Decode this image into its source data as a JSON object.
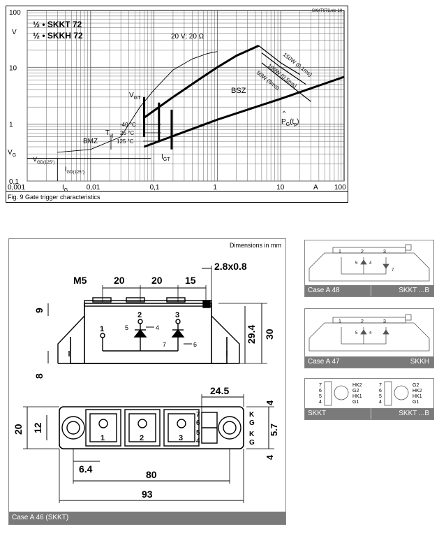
{
  "figure": {
    "source_file": "SKKT072.xls-10",
    "caption": "Fig. 9 Gate trigger characteristics",
    "y_axis_unit": "V",
    "y_symbol": "V",
    "y_symbol_sub": "G",
    "x_axis_unit": "A",
    "x_symbol": "I",
    "x_symbol_sub": "G",
    "y_ticks": [
      "100",
      "10",
      "1",
      "0,1"
    ],
    "x_ticks": [
      "0,001",
      "0,01",
      "0,1",
      "1",
      "10",
      "100"
    ],
    "legend_lines": [
      "½ • SKKT 72",
      "½ • SKKH 72"
    ],
    "annotations": {
      "source_curve": "20 V; 20 Ω",
      "bsz": "BSZ",
      "bmz": "BMZ",
      "vgt": "V",
      "vgt_sub": "GT",
      "igt": "I",
      "igt_sub": "GT",
      "tvj": "T",
      "tvj_sub": "vj",
      "temps": [
        "-40 °C",
        "25 °C",
        "125 °C"
      ],
      "vgd": "V",
      "vgd_sub": "GD(125°)",
      "igd": "I",
      "igd_sub": "GD(125°)",
      "pg": "P",
      "pg_sub": "G",
      "pg_arg": "(t",
      "pg_arg_sub": "p",
      "pg_close": ")",
      "power_lines": [
        "150W (0,1ms)",
        "100W (0,5ms)",
        "50W (8ms)"
      ]
    }
  },
  "dimensions_panel": {
    "title": "Dimensions in mm",
    "footer": "Case A 46 (SKKT)",
    "screw_label": "M5",
    "top_dims": [
      "20",
      "20",
      "15",
      "2.8x0.8"
    ],
    "side_dims": [
      "29.4",
      "30",
      "9",
      "8"
    ],
    "terminal_numbers_top": [
      "1",
      "2",
      "3"
    ],
    "gate_pins_side": [
      "5",
      "4",
      "7",
      "6"
    ],
    "plan_dims": [
      "24.5",
      "20",
      "12",
      "6.4",
      "80",
      "93",
      "4",
      "5.7",
      "4"
    ],
    "plan_terminals": [
      "1",
      "2",
      "3"
    ],
    "pin_numbers": [
      "7",
      "6",
      "5",
      "4"
    ],
    "pin_letters": [
      "K",
      "G",
      "K",
      "G"
    ]
  },
  "thumbnails": [
    {
      "left": "Case A 48",
      "right": "SKKT ...B",
      "nums": [
        "1",
        "2",
        "3"
      ],
      "pins": [
        "5",
        "4",
        "7"
      ]
    },
    {
      "left": "Case A 47",
      "right": "SKKH",
      "nums": [
        "1",
        "2",
        "3"
      ],
      "pins": [
        "5",
        "4"
      ]
    },
    {
      "left": "SKKT",
      "right": "SKKT ...B",
      "pins_a": [
        "7",
        "6",
        "5",
        "4"
      ],
      "labels_a": [
        "HK2",
        "G2",
        "HK1",
        "G1"
      ],
      "pins_b": [
        "7",
        "6",
        "5",
        "4"
      ],
      "labels_b": [
        "G2",
        "HK2",
        "HK1",
        "G1"
      ]
    }
  ],
  "chart_data": {
    "type": "line",
    "title": "Fig. 9 Gate trigger characteristics",
    "x_scale": "log",
    "y_scale": "log",
    "xlim": [
      0.001,
      100
    ],
    "ylim": [
      0.1,
      100
    ],
    "xlabel": "IG",
    "xunit": "A",
    "ylabel": "VG",
    "yunit": "V",
    "grid": true,
    "series": [
      {
        "name": "20 V; 20 Ω",
        "x": [
          0.003,
          0.01,
          0.03,
          0.06,
          0.1,
          0.2,
          0.4,
          0.7,
          1.0
        ],
        "y": [
          0.32,
          0.36,
          0.6,
          2.0,
          4.0,
          9.0,
          14.0,
          17.5,
          19.0
        ]
      },
      {
        "name": "BSZ upper",
        "x": [
          0.07,
          0.2,
          0.5,
          1.0,
          2.0,
          4.5
        ],
        "y": [
          1.3,
          3.0,
          6.0,
          10.0,
          16.0,
          24.0
        ]
      },
      {
        "name": "BSZ lower",
        "x": [
          0.07,
          0.2,
          1.0,
          10.0,
          100.0
        ],
        "y": [
          0.4,
          0.62,
          1.2,
          2.8,
          6.8
        ]
      },
      {
        "name": "150W (0,1ms)",
        "x": [
          4.5,
          10.0,
          20.0
        ],
        "y": [
          24.0,
          12.0,
          7.5
        ]
      },
      {
        "name": "100W (0,5ms)",
        "x": [
          5.0,
          10.0,
          25.0
        ],
        "y": [
          18.0,
          10.0,
          5.0
        ]
      },
      {
        "name": "50W (8ms)",
        "x": [
          5.0,
          10.0,
          30.0
        ],
        "y": [
          12.0,
          6.5,
          2.5
        ]
      }
    ],
    "markers": {
      "VGD": 0.25,
      "IGD": 0.003,
      "temps": [
        {
          "label": "-40 °C",
          "V": 1.0
        },
        {
          "label": "25 °C",
          "V": 0.8
        },
        {
          "label": "125 °C",
          "V": 0.6
        }
      ],
      "IGT_at_temps": [
        0.07,
        0.12,
        0.19
      ]
    }
  },
  "colors": {
    "footer_bar": "#7a7a7a",
    "line": "#000000",
    "grid": "#666666"
  }
}
